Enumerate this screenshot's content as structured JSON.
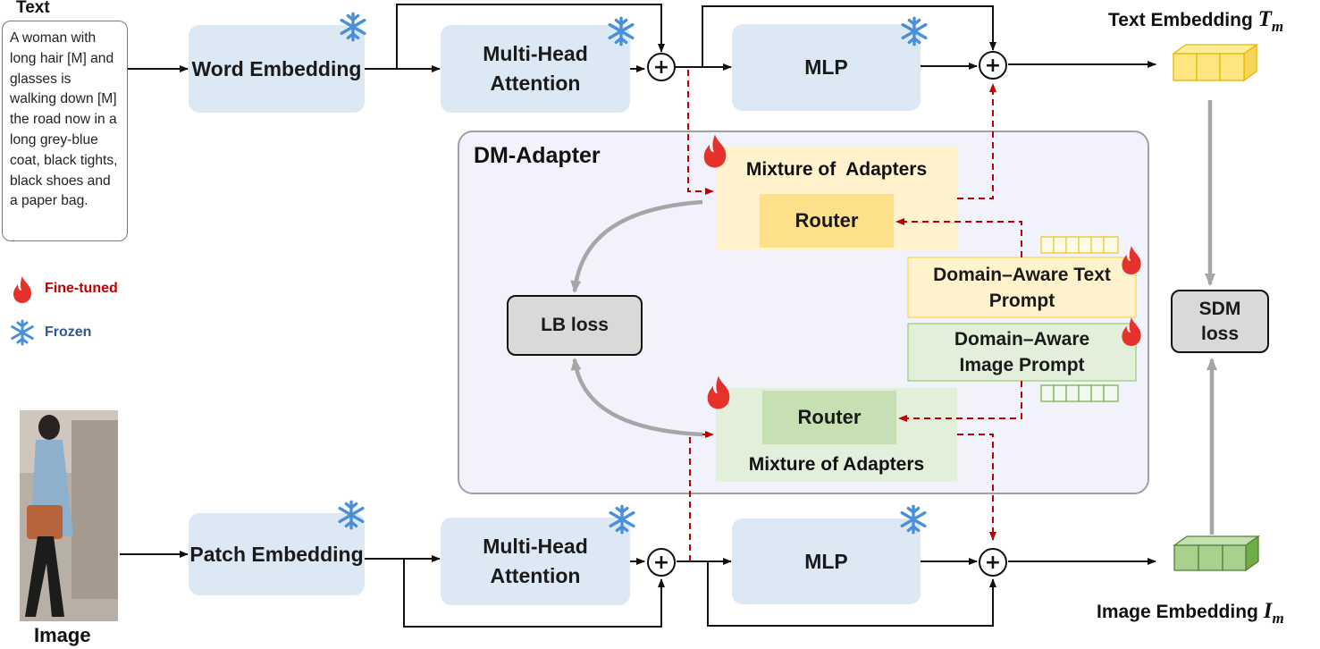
{
  "text_input": {
    "title": "Text",
    "sentence": "A woman with long hair [M] and glasses is walking down [M] the road now in a long grey-blue coat, black tights, black shoes and a paper bag."
  },
  "image_input": {
    "title": "Image"
  },
  "legend": {
    "fine_tuned": "Fine-tuned",
    "frozen": "Frozen"
  },
  "text_branch": {
    "embedding": "Word Embedding",
    "attention": "Multi-Head Attention",
    "mlp": "MLP",
    "output_label": "Text Embedding",
    "output_symbol": "T",
    "output_subscript": "m"
  },
  "image_branch": {
    "embedding": "Patch Embedding",
    "attention": "Multi-Head Attention",
    "mlp": "MLP",
    "output_label": "Image Embedding",
    "output_symbol": "I",
    "output_subscript": "m"
  },
  "adapter": {
    "title": "DM-Adapter",
    "text_moa": "Mixture of  Adapters",
    "text_router": "Router",
    "image_moa": "Mixture of Adapters",
    "image_router": "Router",
    "lb_loss": "LB loss",
    "text_prompt": "Domain–Aware Text Prompt",
    "image_prompt": "Domain–Aware Image Prompt"
  },
  "sdm_loss": "SDM loss",
  "plus_symbol": "+",
  "colors": {
    "frozen_block": "#dde8f5",
    "text_moa": "#fff2cc",
    "text_router": "#ffe08a",
    "image_moa": "#e2efda",
    "image_router": "#c6e0b4",
    "adapter_bg": "#f2f2fc",
    "loss_box": "#d9d9d9",
    "flow_red": "#c00000",
    "grey_arrow": "#a6a6a6",
    "fire": "#e5322d",
    "snow": "#4a90d9",
    "fine_tuned_text": "#c00000",
    "frozen_text": "#2f5597"
  }
}
